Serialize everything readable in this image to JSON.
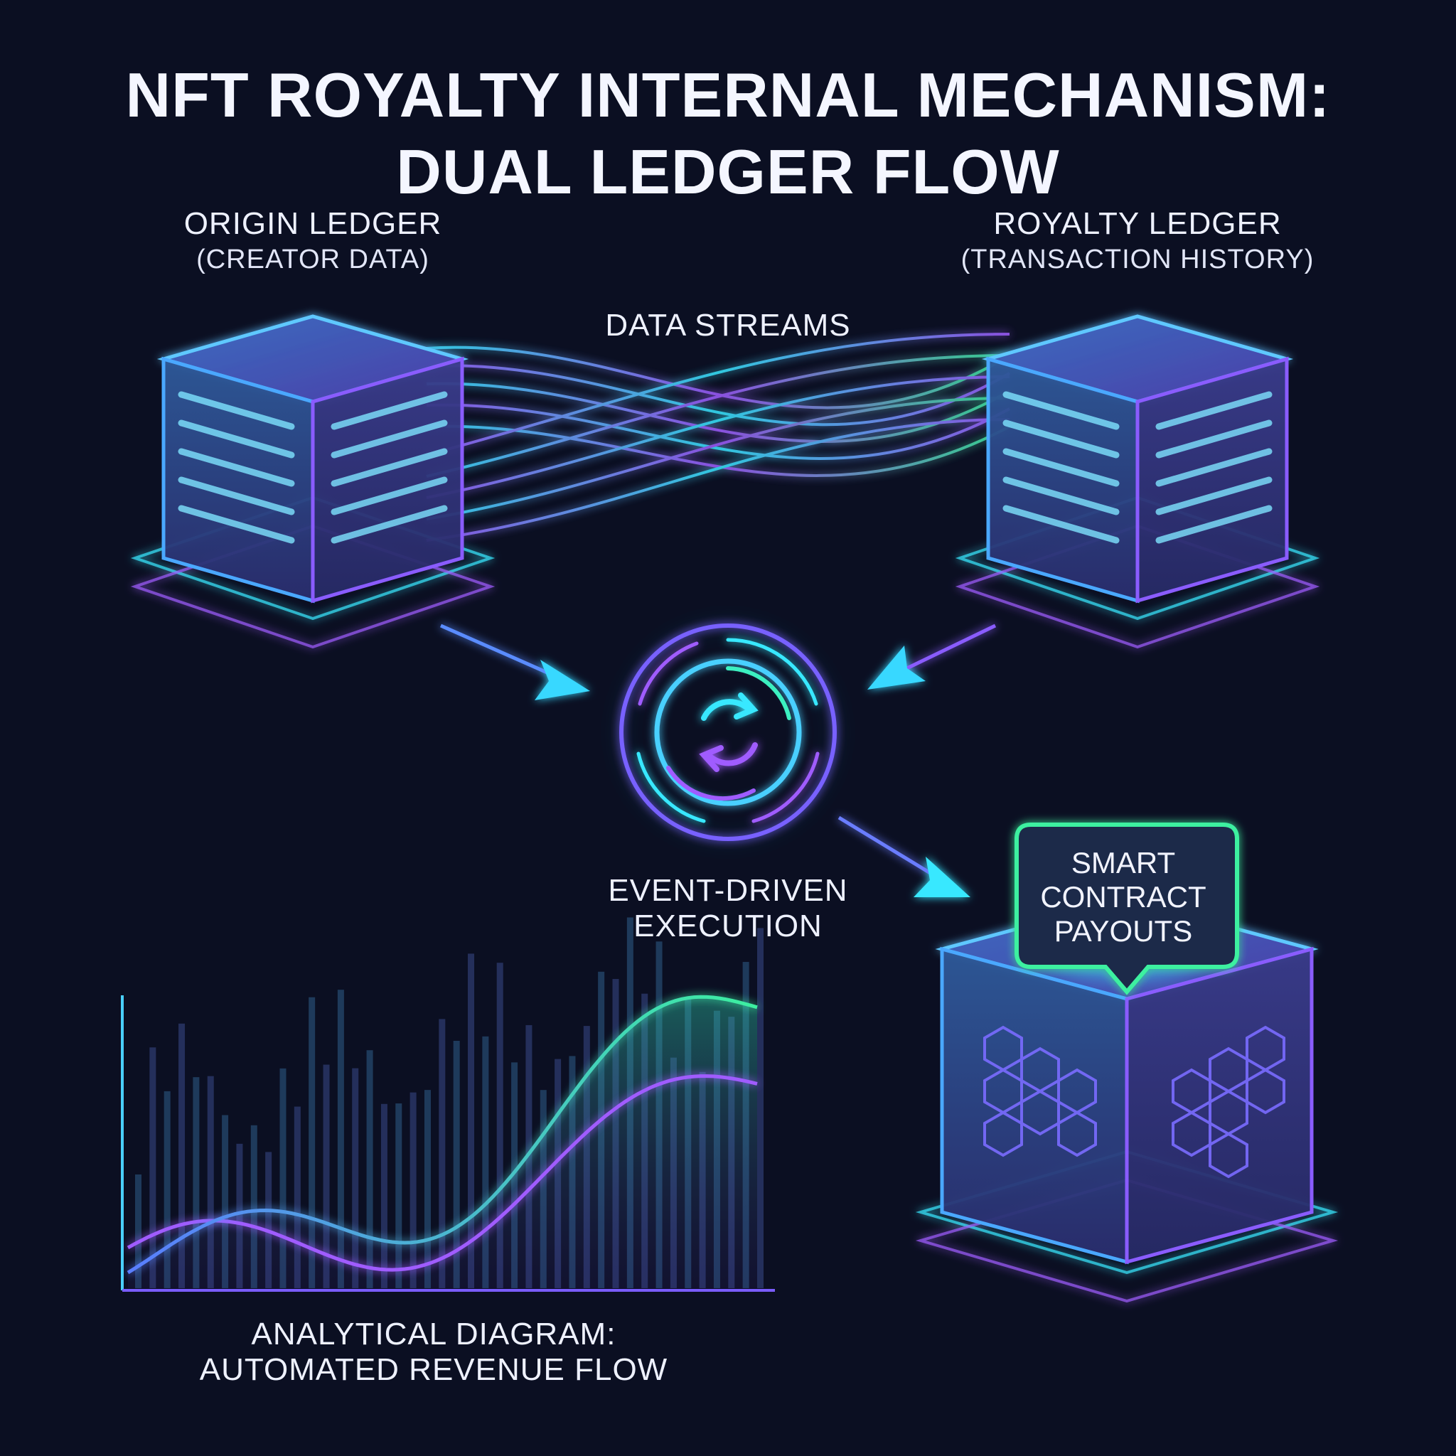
{
  "title": {
    "line1": "NFT ROYALTY INTERNAL MECHANISM:",
    "line2": "DUAL LEDGER FLOW"
  },
  "nodes": {
    "origin_ledger": {
      "label": "ORIGIN LEDGER",
      "sublabel": "(CREATOR DATA)"
    },
    "royalty_ledger": {
      "label": "ROYALTY LEDGER",
      "sublabel": "(TRANSACTION HISTORY)"
    },
    "data_streams": {
      "label": "DATA STREAMS"
    },
    "event_engine": {
      "line1": "EVENT-DRIVEN",
      "line2": "EXECUTION"
    },
    "smart_contract": {
      "line1": "SMART",
      "line2": "CONTRACT",
      "line3": "PAYOUTS"
    }
  },
  "analytics": {
    "caption1": "ANALYTICAL DIAGRAM:",
    "caption2": "AUTOMATED REVENUE FLOW"
  },
  "colors": {
    "background": "#0b0f22",
    "cyan": "#38e8ff",
    "violet": "#a05cff",
    "green": "#3cf0a0",
    "cube_face": "#27306e"
  }
}
